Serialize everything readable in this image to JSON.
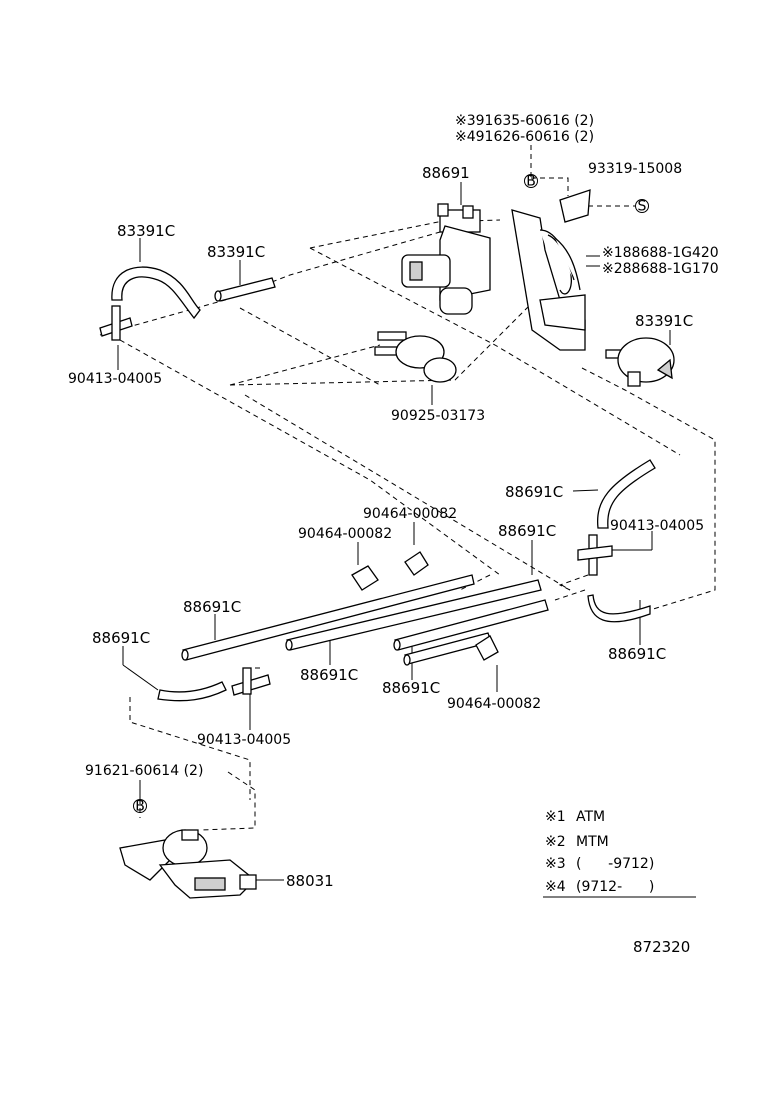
{
  "labels": {
    "note_391635": "※391635-60616 (2)",
    "note_491626": "※491626-60616 (2)",
    "p93319": "93319-15008",
    "p88691": "88691",
    "p83391c_left": "83391C",
    "p83391c_mid": "83391C",
    "p83391c_right": "83391C",
    "note_188688": "※188688-1G420",
    "note_288688": "※288688-1G170",
    "p90413_a": "90413-04005",
    "p90925": "90925-03173",
    "p88691c_a": "88691C",
    "p90464_a": "90464-00082",
    "p90464_b": "90464-00082",
    "p88691c_b": "88691C",
    "p90413_b": "90413-04005",
    "p88691c_c": "88691C",
    "p88691c_d": "88691C",
    "p88691c_e": "88691C",
    "p88691c_f": "88691C",
    "p88691c_g": "88691C",
    "p90464_c": "90464-00082",
    "p90413_c": "90413-04005",
    "p91621": "91621-60614 (2)",
    "p88031": "88031",
    "badge_b1": "B",
    "badge_s": "S",
    "badge_b2": "B"
  },
  "legend": {
    "l1_mark": "※1",
    "l1_text": "ATM",
    "l2_mark": "※2",
    "l2_text": "MTM",
    "l3_mark": "※3",
    "l3_text": "(      -9712)",
    "l4_mark": "※4",
    "l4_text": "(9712-      )"
  },
  "diagram_number": "872320"
}
